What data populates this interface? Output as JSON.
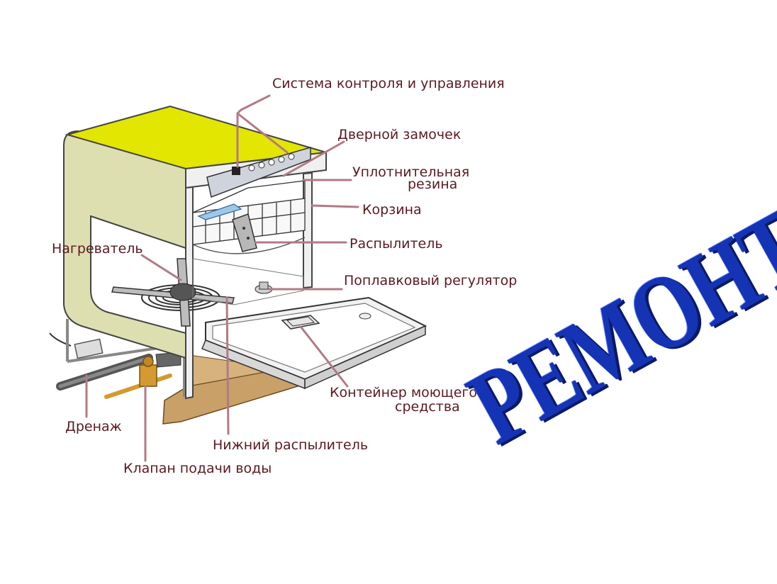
{
  "labels": {
    "control_system": "Система контроля и управления",
    "door_lock": "Дверной замочек",
    "seal_line1": "Уплотнительная",
    "seal_line2": "резина",
    "basket": "Корзина",
    "sprayer": "Распылитель",
    "heater": "Нагреватель",
    "float_regulator": "Поплавковый регулятор",
    "detergent_line1": "Контейнер моющего",
    "detergent_line2": "средства",
    "drain": "Дренаж",
    "lower_sprayer": "Нижний распылитель",
    "water_valve": "Клапан подачи воды"
  },
  "stamp": {
    "text": "РЕМОНТ"
  },
  "colors": {
    "label_text": "#5a1a22",
    "leader_line": "#b27a86",
    "cabinet_top": "#e2e600",
    "cabinet_side": "#dedfb1",
    "base_wood": "#c8a068",
    "stamp_blue": "#1533b5"
  }
}
